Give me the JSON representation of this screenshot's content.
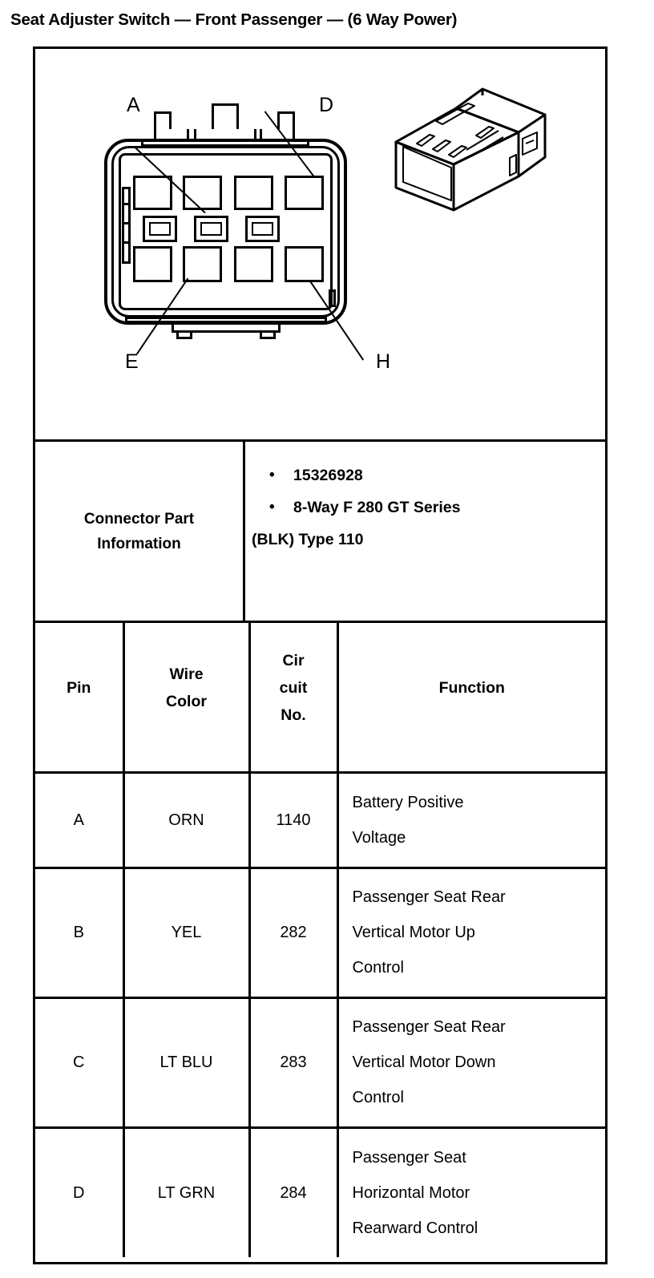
{
  "page": {
    "title": "Seat Adjuster Switch — Front Passenger — (6 Way Power)"
  },
  "figure": {
    "name": "connector-face-diagram",
    "description": "8-way female connector front view with isometric housing view",
    "callouts": [
      {
        "label": "A",
        "position": "top-left"
      },
      {
        "label": "D",
        "position": "top-right"
      },
      {
        "label": "E",
        "position": "bottom-left"
      },
      {
        "label": "H",
        "position": "bottom-right"
      }
    ],
    "cavity_count_top": 4,
    "cavity_count_bottom": 4,
    "center_slot_count": 3
  },
  "connector_part_information": {
    "label_line1": "Connector Part",
    "label_line2": "Information",
    "bullets": [
      "15326928",
      "8-Way F 280 GT Series"
    ],
    "continuation": "(BLK) Type 110"
  },
  "pin_table": {
    "headers": {
      "pin": "Pin",
      "wire_color_line1": "Wire",
      "wire_color_line2": "Color",
      "circuit_line1": "Cir",
      "circuit_line2": "cuit",
      "circuit_line3": "No.",
      "function": "Function"
    },
    "rows": [
      {
        "pin": "A",
        "wire_color": "ORN",
        "circuit_no": "1140",
        "function_lines": [
          "Battery Positive",
          "Voltage"
        ]
      },
      {
        "pin": "B",
        "wire_color": "YEL",
        "circuit_no": "282",
        "function_lines": [
          "Passenger Seat Rear",
          "Vertical Motor Up",
          "Control"
        ]
      },
      {
        "pin": "C",
        "wire_color": "LT BLU",
        "circuit_no": "283",
        "function_lines": [
          "Passenger Seat Rear",
          "Vertical Motor Down",
          "Control"
        ]
      },
      {
        "pin": "D",
        "wire_color": "LT GRN",
        "circuit_no": "284",
        "function_lines": [
          "Passenger Seat",
          "Horizontal Motor",
          "Rearward Control"
        ]
      }
    ]
  },
  "colors": {
    "ink": "#000000",
    "paper": "#ffffff"
  }
}
